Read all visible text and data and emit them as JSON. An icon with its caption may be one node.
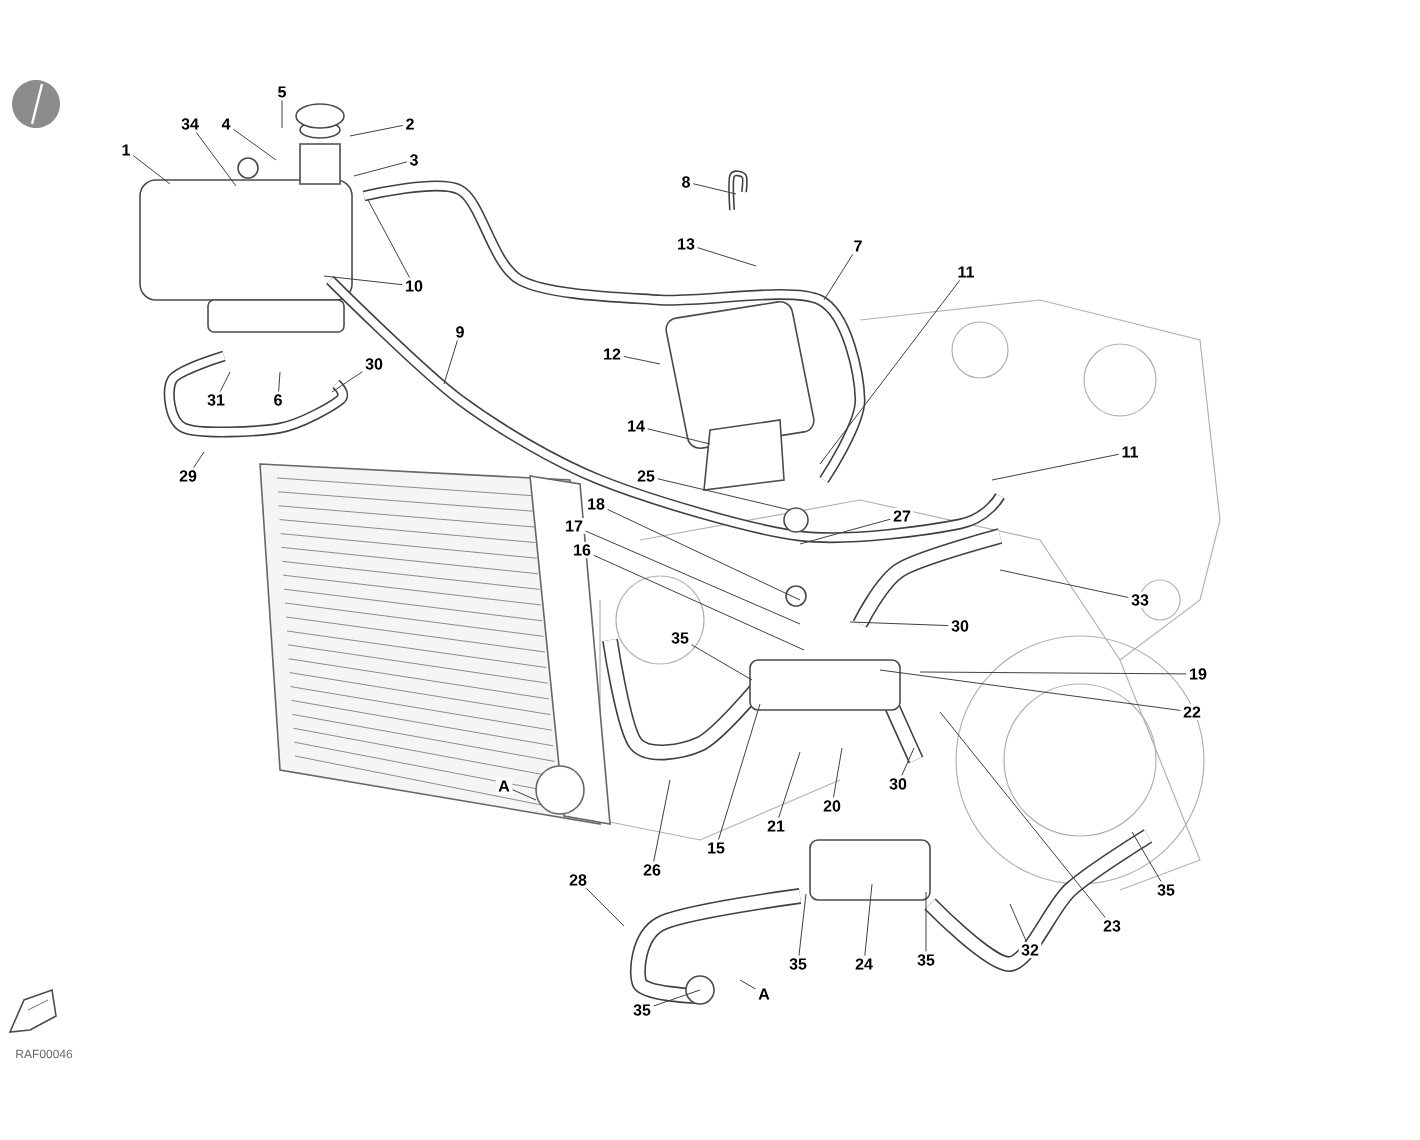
{
  "diagram": {
    "nodes": [
      {
        "text": [
          "1"
        ]
      },
      {
        "text": [
          "34"
        ]
      },
      {
        "text": [
          "4"
        ]
      },
      {
        "text": [
          "5"
        ]
      },
      {
        "text": [
          "2"
        ]
      },
      {
        "text": [
          "3"
        ]
      },
      {
        "text": [
          "10"
        ]
      },
      {
        "text": [
          "8"
        ]
      },
      {
        "text": [
          "13"
        ]
      },
      {
        "text": [
          "7"
        ]
      },
      {
        "text": [
          "11"
        ]
      },
      {
        "text": [
          "12"
        ]
      },
      {
        "text": [
          "9"
        ]
      },
      {
        "text": [
          "14"
        ]
      },
      {
        "text": [
          "25"
        ]
      },
      {
        "text": [
          "18"
        ]
      },
      {
        "text": [
          "17"
        ]
      },
      {
        "text": [
          "16"
        ]
      },
      {
        "text": [
          "11"
        ]
      },
      {
        "text": [
          "27"
        ]
      },
      {
        "text": [
          "33"
        ]
      },
      {
        "text": [
          "30"
        ]
      },
      {
        "text": [
          "31"
        ]
      },
      {
        "text": [
          "6"
        ]
      },
      {
        "text": [
          "29"
        ]
      },
      {
        "text": [
          "35"
        ]
      },
      {
        "text": [
          "30"
        ]
      },
      {
        "text": [
          "19"
        ]
      },
      {
        "text": [
          "22"
        ]
      },
      {
        "text": [
          "A"
        ]
      },
      {
        "text": [
          "26"
        ]
      },
      {
        "text": [
          "15"
        ]
      },
      {
        "text": [
          "21"
        ]
      },
      {
        "text": [
          "20"
        ]
      },
      {
        "text": [
          "30"
        ]
      },
      {
        "text": [
          "23"
        ]
      },
      {
        "text": [
          "35"
        ]
      },
      {
        "text": [
          "28"
        ]
      },
      {
        "text": [
          "35"
        ]
      },
      {
        "text": [
          "24"
        ]
      },
      {
        "text": [
          "35"
        ]
      },
      {
        "text": [
          "32"
        ]
      },
      {
        "text": [
          "35"
        ]
      },
      {
        "text": [
          "A"
        ]
      }
    ],
    "edges": [
      {
        "from": 0,
        "to": null,
        "arrow": "none"
      },
      {
        "from": 1,
        "to": null,
        "arrow": "none"
      },
      {
        "from": 2,
        "to": null,
        "arrow": "none"
      },
      {
        "from": 3,
        "to": null,
        "arrow": "none"
      },
      {
        "from": 4,
        "to": null,
        "arrow": "none"
      },
      {
        "from": 5,
        "to": null,
        "arrow": "none"
      },
      {
        "from": 6,
        "to": null,
        "arrow": "none"
      },
      {
        "from": 6,
        "to": null,
        "arrow": "none"
      },
      {
        "from": 7,
        "to": null,
        "arrow": "none"
      },
      {
        "from": 8,
        "to": null,
        "arrow": "none"
      },
      {
        "from": 9,
        "to": null,
        "arrow": "none"
      },
      {
        "from": 10,
        "to": null,
        "arrow": "none"
      },
      {
        "from": 11,
        "to": null,
        "arrow": "none"
      },
      {
        "from": 12,
        "to": null,
        "arrow": "none"
      },
      {
        "from": 13,
        "to": null,
        "arrow": "none"
      },
      {
        "from": 14,
        "to": null,
        "arrow": "none"
      },
      {
        "from": 15,
        "to": null,
        "arrow": "none"
      },
      {
        "from": 16,
        "to": null,
        "arrow": "none"
      },
      {
        "from": 17,
        "to": null,
        "arrow": "none"
      },
      {
        "from": 18,
        "to": null,
        "arrow": "none"
      },
      {
        "from": 19,
        "to": null,
        "arrow": "none"
      },
      {
        "from": 20,
        "to": null,
        "arrow": "none"
      },
      {
        "from": 21,
        "to": null,
        "arrow": "none"
      },
      {
        "from": 22,
        "to": null,
        "arrow": "none"
      },
      {
        "from": 23,
        "to": null,
        "arrow": "none"
      },
      {
        "from": 24,
        "to": null,
        "arrow": "none"
      },
      {
        "from": 25,
        "to": null,
        "arrow": "none"
      },
      {
        "from": 26,
        "to": null,
        "arrow": "none"
      },
      {
        "from": 27,
        "to": null,
        "arrow": "none"
      },
      {
        "from": 28,
        "to": null,
        "arrow": "none"
      },
      {
        "from": 29,
        "to": null,
        "arrow": "none"
      },
      {
        "from": 30,
        "to": null,
        "arrow": "none"
      },
      {
        "from": 31,
        "to": null,
        "arrow": "none"
      },
      {
        "from": 32,
        "to": null,
        "arrow": "none"
      },
      {
        "from": 33,
        "to": null,
        "arrow": "none"
      },
      {
        "from": 34,
        "to": null,
        "arrow": "none"
      },
      {
        "from": 35,
        "to": null,
        "arrow": "none"
      },
      {
        "from": 36,
        "to": null,
        "arrow": "none"
      },
      {
        "from": 37,
        "to": null,
        "arrow": "none"
      },
      {
        "from": 38,
        "to": null,
        "arrow": "none"
      },
      {
        "from": 39,
        "to": null,
        "arrow": "none"
      },
      {
        "from": 40,
        "to": null,
        "arrow": "none"
      },
      {
        "from": 41,
        "to": null,
        "arrow": "none"
      },
      {
        "from": 42,
        "to": null,
        "arrow": "none"
      },
      {
        "from": 43,
        "to": null,
        "arrow": "none"
      }
    ],
    "labels": [
      "RAF00046"
    ]
  }
}
